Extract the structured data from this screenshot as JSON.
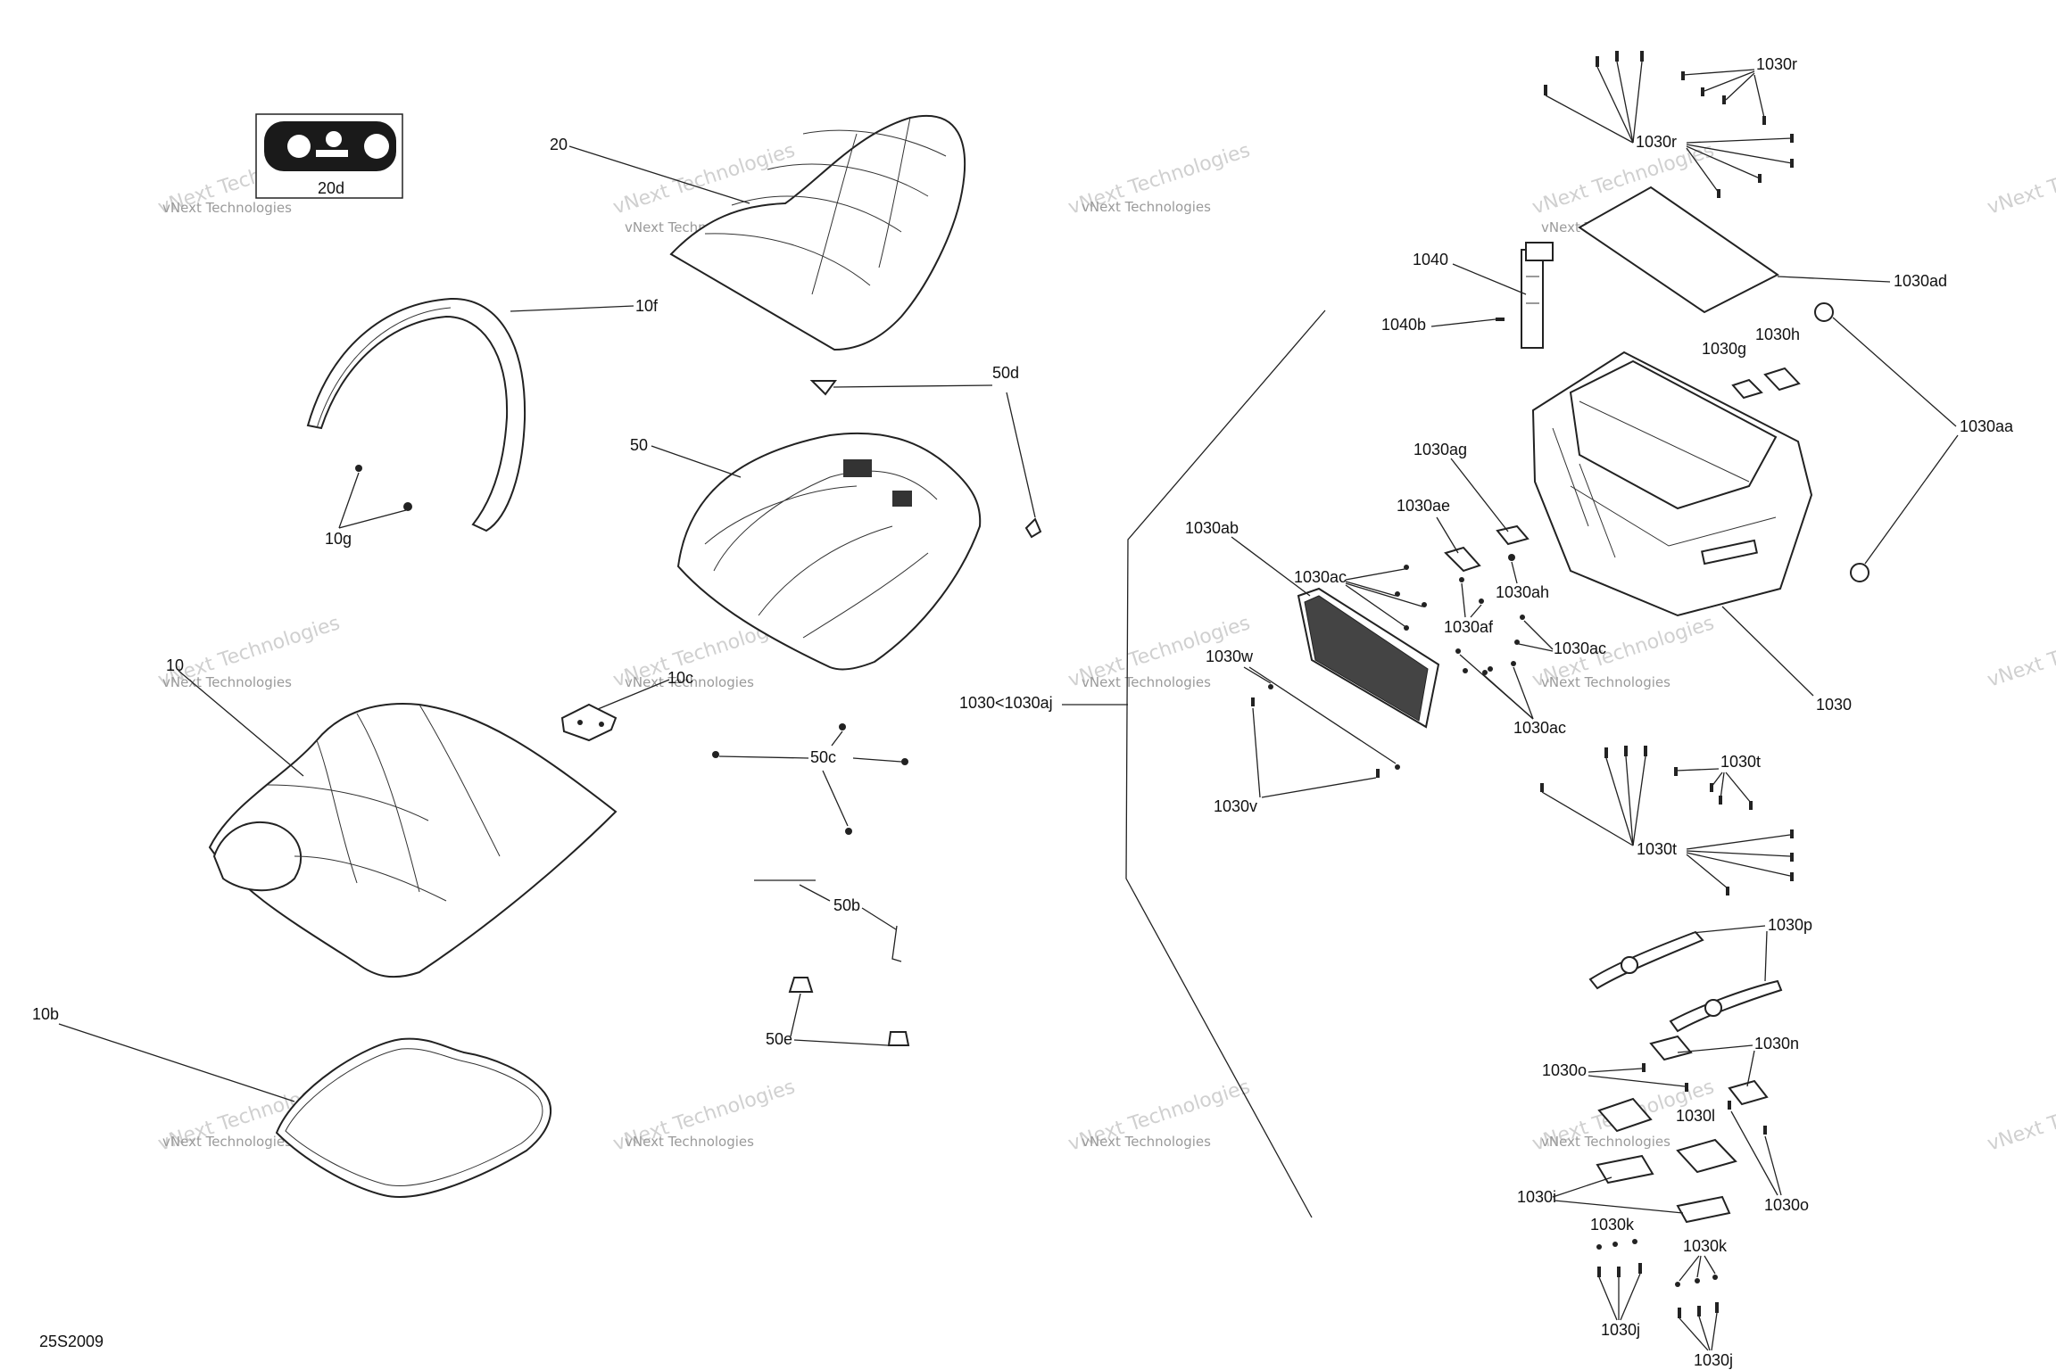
{
  "figure_code": "25S2009",
  "watermark": {
    "line1": "vNext Technologies",
    "line2": "vNext\nTechnologies"
  },
  "callouts": {
    "c20d": "20d",
    "c20": "20",
    "c10f": "10f",
    "c10g": "10g",
    "c50d": "50d",
    "c50": "50",
    "c10": "10",
    "c10c": "10c",
    "c50c": "50c",
    "c50b": "50b",
    "c50e": "50e",
    "c10b": "10b",
    "c1030r_a": "1030r",
    "c1030r_b": "1030r",
    "c1030ad": "1030ad",
    "c1040": "1040",
    "c1040b": "1040b",
    "c1030g": "1030g",
    "c1030h": "1030h",
    "c1030aa": "1030aa",
    "c1030ag": "1030ag",
    "c1030ae": "1030ae",
    "c1030ab": "1030ab",
    "c1030ac_a": "1030ac",
    "c1030ah": "1030ah",
    "c1030af": "1030af",
    "c1030ac_b": "1030ac",
    "c1030w": "1030w",
    "c1030aj": "1030<1030aj",
    "c1030ac_c": "1030ac",
    "c1030": "1030",
    "c1030v": "1030v",
    "c1030t_a": "1030t",
    "c1030t_b": "1030t",
    "c1030p": "1030p",
    "c1030n": "1030n",
    "c1030o_a": "1030o",
    "c1030l": "1030l",
    "c1030i": "1030i",
    "c1030o_b": "1030o",
    "c1030k_a": "1030k",
    "c1030k_b": "1030k",
    "c1030j_a": "1030j",
    "c1030j_b": "1030j"
  }
}
